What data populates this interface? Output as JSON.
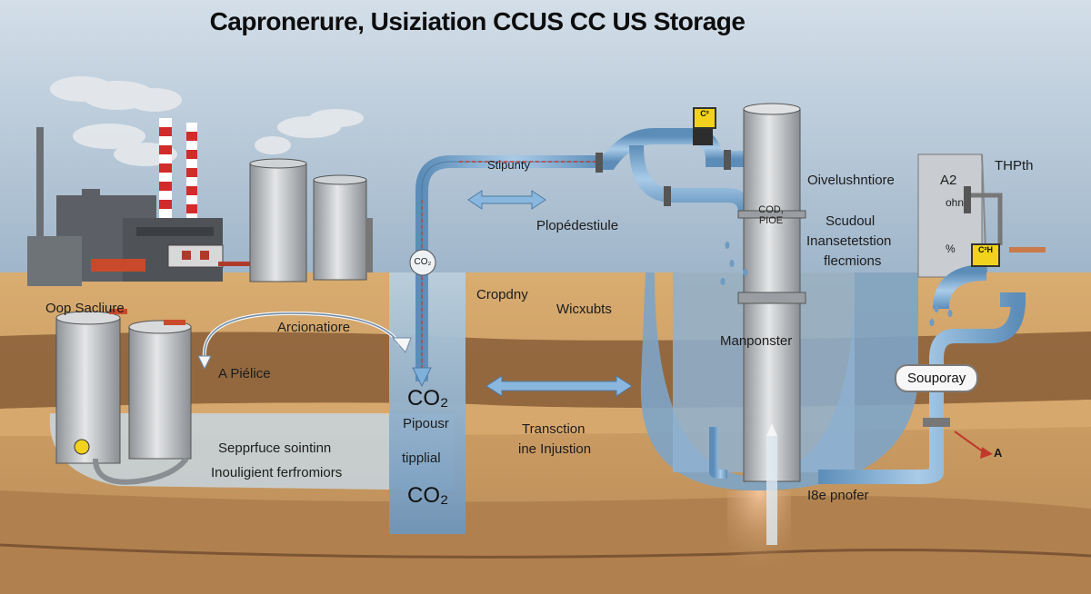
{
  "title": "Capronerure, Usiziation CCUS CC US Storage",
  "labels": {
    "oop_sacliure": "Oop Sacliure",
    "arcionatiore": "Arcionatiore",
    "a_pielice": "A Piélice",
    "sepprfuce_sointinn": "Sepprfuce sointinn",
    "inouligient": "Inouligient ferfromiors",
    "co2_top": "CO₂",
    "pipousr": "Pipousr",
    "tipplial": "tipplial",
    "co2_bottom": "CO₂",
    "co2_circle": "CO₂",
    "stipunty": "Stipunty",
    "plopedestiule": "Plopédestiule",
    "cropdny": "Cropdny",
    "wicxubts": "Wicxubts",
    "transction": "Transction",
    "ine_injustion": "ine Injustion",
    "co2_pioe": "COD, PIOE",
    "manponster": "Manponster",
    "oivelushntiore": "Oivelushntiore",
    "scudoul": "Scudoul",
    "inansetetstion": "Inansetetstion",
    "flecmions": "flecmions",
    "a2": "A2",
    "ohn": "ohn",
    "thpth": "THPth",
    "percent": "%",
    "soupoay": "Souporay",
    "a_marker": "A",
    "i8e_pnofer": "I8e pnofer",
    "sign_top": "C²",
    "sign_right": "C²H"
  },
  "colors": {
    "sky_top": "#c9d6e3",
    "sky_bottom": "#9db4c9",
    "soil": "#c99a62",
    "deep_soil": "#a87a4a",
    "water": "#6f9cc1",
    "pipe": "#7fb0da",
    "steel": "#bfc3c6",
    "chimney_red": "#d12b2b"
  }
}
